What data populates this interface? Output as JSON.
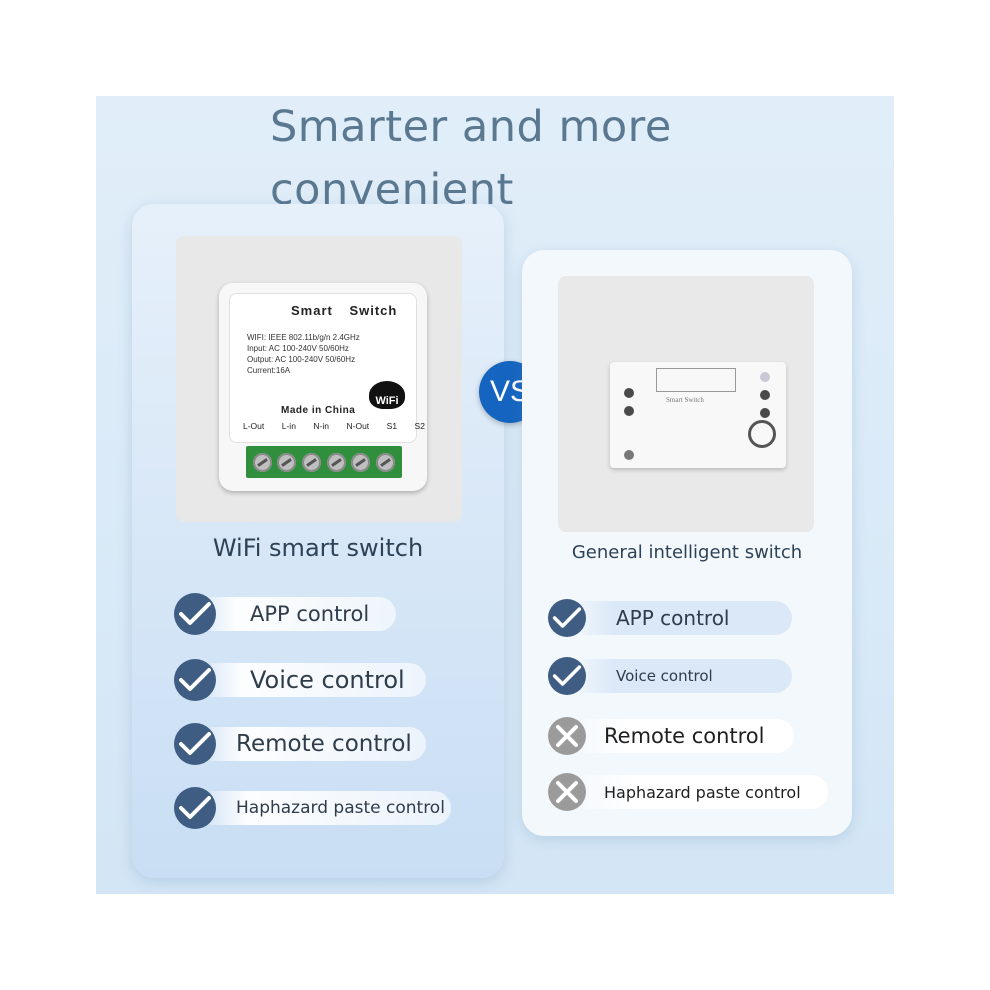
{
  "headline": [
    "Smarter and more",
    "convenient"
  ],
  "vs": "VS",
  "left": {
    "product_name": "WiFi smart switch",
    "device": {
      "title": "Smart  Switch",
      "specs": [
        "WIFI: IEEE 802.11b/g/n 2.4GHz",
        "Input: AC 100-240V 50/60Hz",
        "Output: AC 100-240V 50/60Hz",
        "Current:16A"
      ],
      "wifi_badge": "WiFi",
      "made_in": "Made in China",
      "terminals": [
        "L-Out",
        "L-in",
        "N-in",
        "N-Out",
        "S1",
        "S2"
      ]
    },
    "features": [
      {
        "label": "APP control",
        "status": "check"
      },
      {
        "label": "Voice control",
        "status": "check"
      },
      {
        "label": "Remote control",
        "status": "check"
      },
      {
        "label": "Haphazard paste control",
        "status": "check"
      }
    ]
  },
  "right": {
    "product_name": "General intelligent switch",
    "device": {
      "title": "Smart Switch"
    },
    "features": [
      {
        "label": "APP control",
        "status": "check"
      },
      {
        "label": "Voice control",
        "status": "check"
      },
      {
        "label": "Remote control",
        "status": "cross"
      },
      {
        "label": "Haphazard paste control",
        "status": "cross"
      }
    ]
  },
  "colors": {
    "vs_badge": "#1565c0",
    "check_icon": "#3f5d82",
    "cross_icon": "#9b9b9b",
    "terminal_block": "#2f8f3c"
  }
}
